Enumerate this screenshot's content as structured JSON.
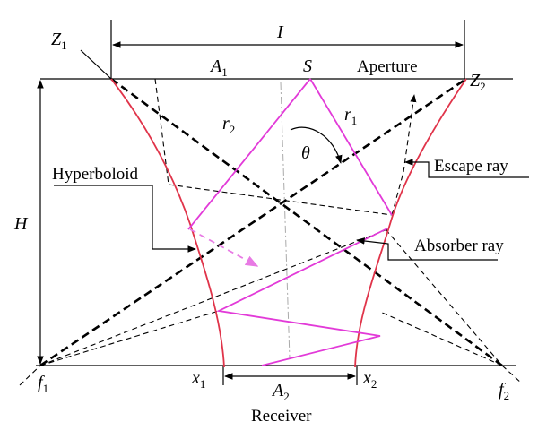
{
  "labels": {
    "z1_main": "Z",
    "z1_sub": "1",
    "z2_main": "Z",
    "z2_sub": "2",
    "i": "I",
    "a1_main": "A",
    "a1_sub": "1",
    "s": "S",
    "aperture": "Aperture",
    "r2_main": "r",
    "r2_sub": "2",
    "r1_main": "r",
    "r1_sub": "1",
    "theta": "θ",
    "escape_ray": "Escape ray",
    "hyperboloid": "Hyperboloid",
    "h": "H",
    "absorber_ray": "Absorber ray",
    "f1_main": "f",
    "f1_sub": "1",
    "x1_main": "x",
    "x1_sub": "1",
    "a2_main": "A",
    "a2_sub": "2",
    "x2_main": "x",
    "x2_sub": "2",
    "f2_main": "f",
    "f2_sub": "2",
    "receiver": "Receiver"
  },
  "colors": {
    "hyperboloid_wall": "#e0344a",
    "ray": "#e23ad8",
    "escaped_ray": "#e87ae4",
    "construction": "#000000",
    "axis": "#aaaaaa"
  }
}
